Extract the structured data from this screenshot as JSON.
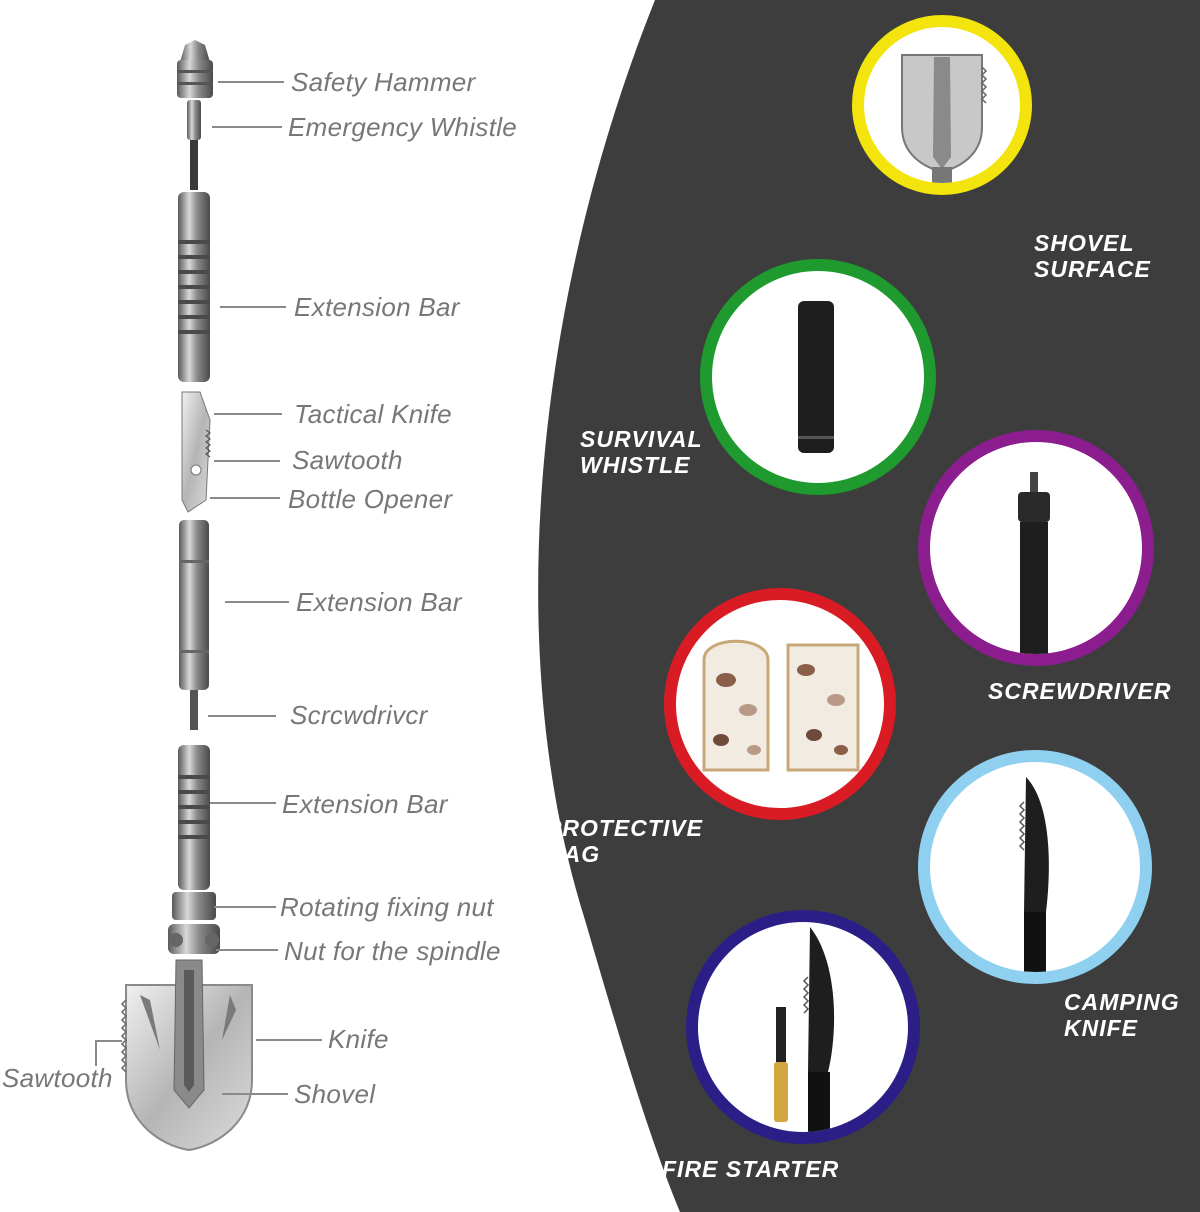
{
  "callouts": {
    "safety_hammer": "Safety Hammer",
    "emergency_whistle": "Emergency Whistle",
    "extension_bar_1": "Extension Bar",
    "tactical_knife": "Tactical Knife",
    "sawtooth_1": "Sawtooth",
    "bottle_opener": "Bottle Opener",
    "extension_bar_2": "Extension Bar",
    "screwdriver": "Scrcwdrivcr",
    "extension_bar_3": "Extension Bar",
    "rotating_fixing_nut": "Rotating fixing nut",
    "nut_for_spindle": "Nut for the spindle",
    "knife": "Knife",
    "sawtooth_2": "Sawtooth",
    "shovel": "Shovel"
  },
  "features": [
    {
      "line1": "SHOVEL",
      "line2": "SURFACE",
      "ring_color": "#f2e40c"
    },
    {
      "line1": "SURVIVAL",
      "line2": "WHISTLE",
      "ring_color": "#1e9a2e"
    },
    {
      "line1": "SCREWDRIVER",
      "line2": "",
      "ring_color": "#8b1d8f"
    },
    {
      "line1": "PROTECTIVE",
      "line2": "BAG",
      "ring_color": "#d91c24"
    },
    {
      "line1": "CAMPING",
      "line2": "KNIFE",
      "ring_color": "#8fd0f0"
    },
    {
      "line1": "FIRE STARTER",
      "line2": "",
      "ring_color": "#2b1e86"
    }
  ],
  "colors": {
    "panel": "#3d3d3d",
    "callout_text": "#777777",
    "metal": "#9a9a9a"
  }
}
